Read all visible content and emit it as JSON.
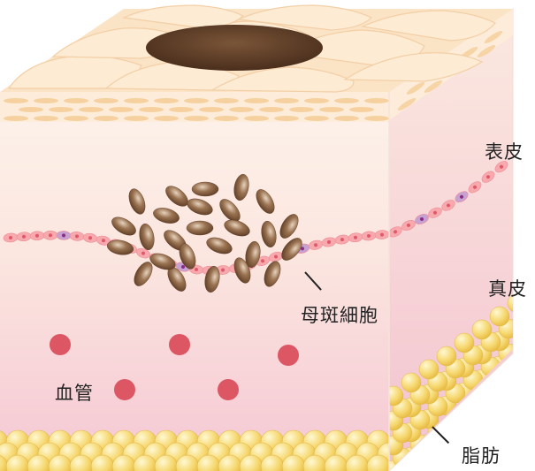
{
  "labels": {
    "epidermis": "表皮",
    "dermis": "真皮",
    "melanocytes": "母斑細胞",
    "blood_vessels": "血管",
    "fat": "脂肪"
  },
  "colors": {
    "epidermis_top": "#fbe6cf",
    "epidermis_layer": "#fdf1e4",
    "dermis_top": "#fcefe6",
    "dermis_bottom": "#f6cfd8",
    "side_face": "#f9e1dc",
    "basal_cell": "#f7a9ad",
    "basal_nucleus": "#e0596a",
    "melanin_cell": "#c7a1d2",
    "melanin_nucleus": "#8a2c86",
    "nevus_cell": "#6e4a30",
    "nevus_highlight": "#e9d6c0",
    "mole_spot": "#5a3a26",
    "blood_vessel": "#dc5664",
    "fat_cell": "#f5d46e",
    "fat_highlight": "#fff6c9",
    "text": "#222222"
  }
}
